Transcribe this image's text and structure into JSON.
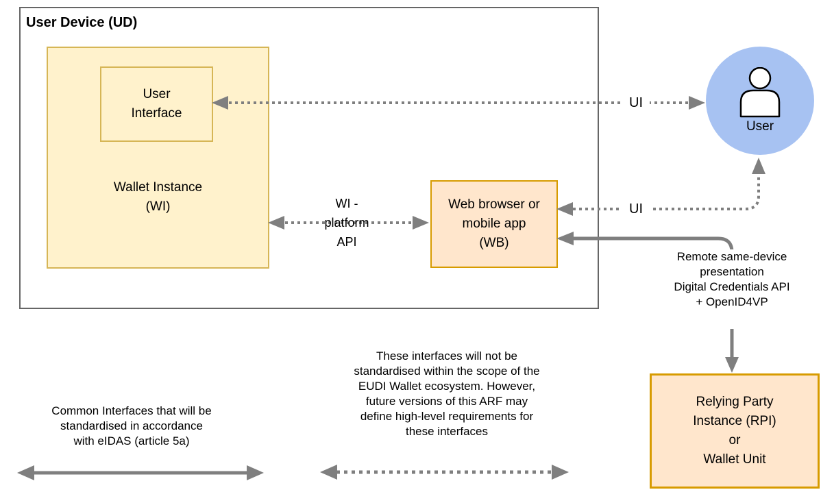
{
  "title": "User Device (UD)",
  "nodes": {
    "wallet_instance": {
      "label": "Wallet Instance\n(WI)"
    },
    "user_interface": {
      "label": "User\nInterface"
    },
    "web_browser": {
      "label": "Web browser or\nmobile app\n(WB)"
    },
    "user": {
      "label": "User"
    },
    "relying_party": {
      "label": "Relying Party\nInstance (RPI)\nor\nWallet Unit"
    }
  },
  "edges": {
    "ui_top": {
      "label": "UI"
    },
    "ui_bottom": {
      "label": "UI"
    },
    "wi_platform": {
      "label": "WI -\nplatform\nAPI"
    },
    "remote_presentation": {
      "label": "Remote same-device\npresentation\nDigital Credentials API\n+ OpenID4VP"
    }
  },
  "legend": {
    "standardised": "Common Interfaces that will be\nstandardised in accordance\nwith eIDAS (article 5a)",
    "not_standardised": "These interfaces will not be\nstandardised within the scope of the\nEUDI Wallet ecosystem. However,\nfuture versions of this ARF may\ndefine high-level requirements for\nthese interfaces"
  },
  "colors": {
    "yellow_fill": "#FFF2CC",
    "yellow_border": "#D6B656",
    "orange_fill": "#FFE6CC",
    "orange_border": "#D79B00",
    "blue_fill": "#A7C2F2",
    "arrow_gray": "#7F7F7F",
    "device_border": "#666666"
  }
}
